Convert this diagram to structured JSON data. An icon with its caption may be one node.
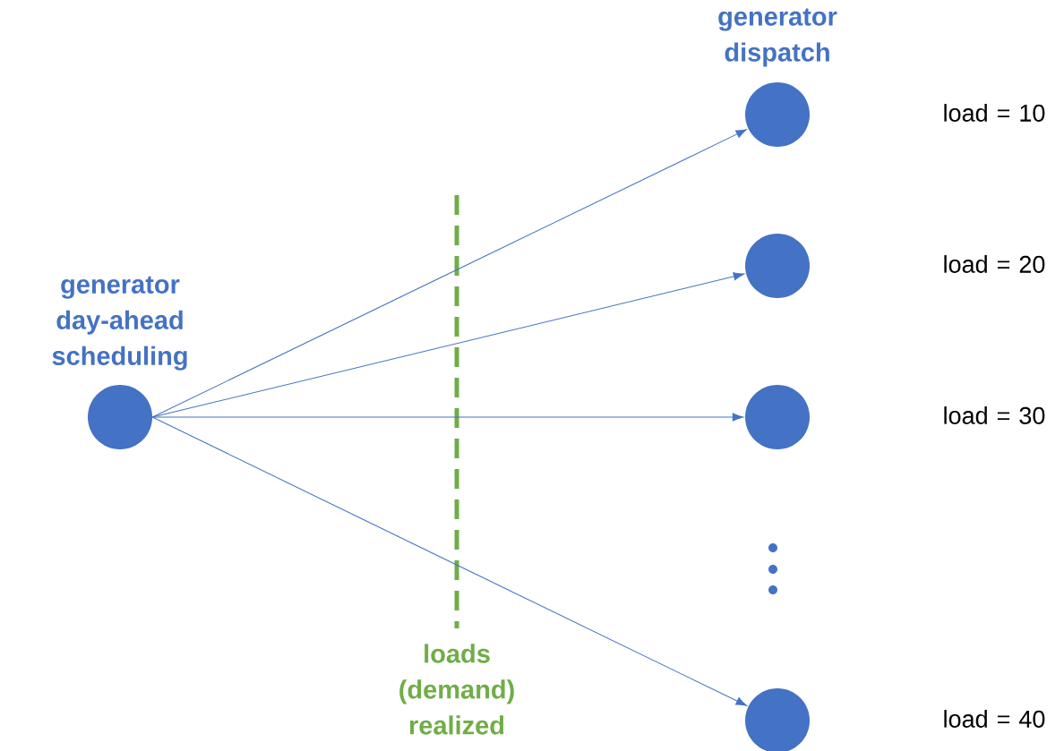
{
  "diagram": {
    "nodes": [
      {
        "text": [
          "generator day-ahead scheduling"
        ]
      },
      {
        "text": [],
        "shape": "circle"
      },
      {
        "text": [],
        "shape": "circle"
      },
      {
        "text": [],
        "shape": "circle"
      },
      {
        "text": [],
        "shape": "circle"
      }
    ],
    "edges": [
      {
        "from": 0,
        "to": 1,
        "arrow": "to"
      },
      {
        "from": 0,
        "to": 2,
        "arrow": "to"
      },
      {
        "from": 0,
        "to": 3,
        "arrow": "to"
      },
      {
        "from": 0,
        "to": 4,
        "arrow": "to"
      }
    ],
    "labels": [
      "generator dispatch",
      "load = 10",
      "load = 20",
      "load = 30",
      "load = 40",
      "loads (demand) realized"
    ]
  }
}
